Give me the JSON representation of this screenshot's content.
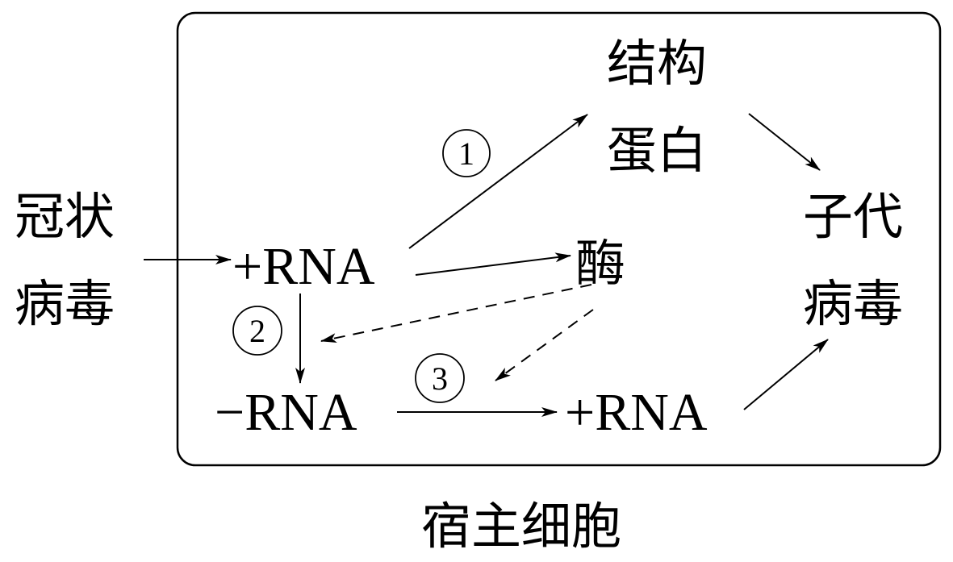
{
  "diagram": {
    "title": "宿主细胞",
    "nodes": {
      "virus_line1": "冠状",
      "virus_line2": "病毒",
      "rna_plus_1": "+RNA",
      "protein_line1": "结构",
      "protein_line2": "蛋白",
      "enzyme": "酶",
      "rna_minus": "−RNA",
      "rna_plus_2": "+RNA",
      "progeny_line1": "子代",
      "progeny_line2": "病毒"
    },
    "step_labels": {
      "step1": "1",
      "step2": "2",
      "step3": "3"
    },
    "edges": [
      {
        "from": "冠状病毒",
        "to": "+RNA",
        "style": "solid"
      },
      {
        "from": "+RNA",
        "to": "结构蛋白",
        "style": "solid",
        "label": "①"
      },
      {
        "from": "+RNA",
        "to": "酶",
        "style": "solid"
      },
      {
        "from": "+RNA",
        "to": "−RNA",
        "style": "solid",
        "label": "②"
      },
      {
        "from": "酶",
        "to": "②",
        "style": "dashed"
      },
      {
        "from": "酶",
        "to": "③",
        "style": "dashed"
      },
      {
        "from": "−RNA",
        "to": "+RNA",
        "style": "solid",
        "label": "③"
      },
      {
        "from": "结构蛋白",
        "to": "子代病毒",
        "style": "solid"
      },
      {
        "from": "+RNA",
        "to": "子代病毒",
        "style": "solid"
      }
    ]
  }
}
